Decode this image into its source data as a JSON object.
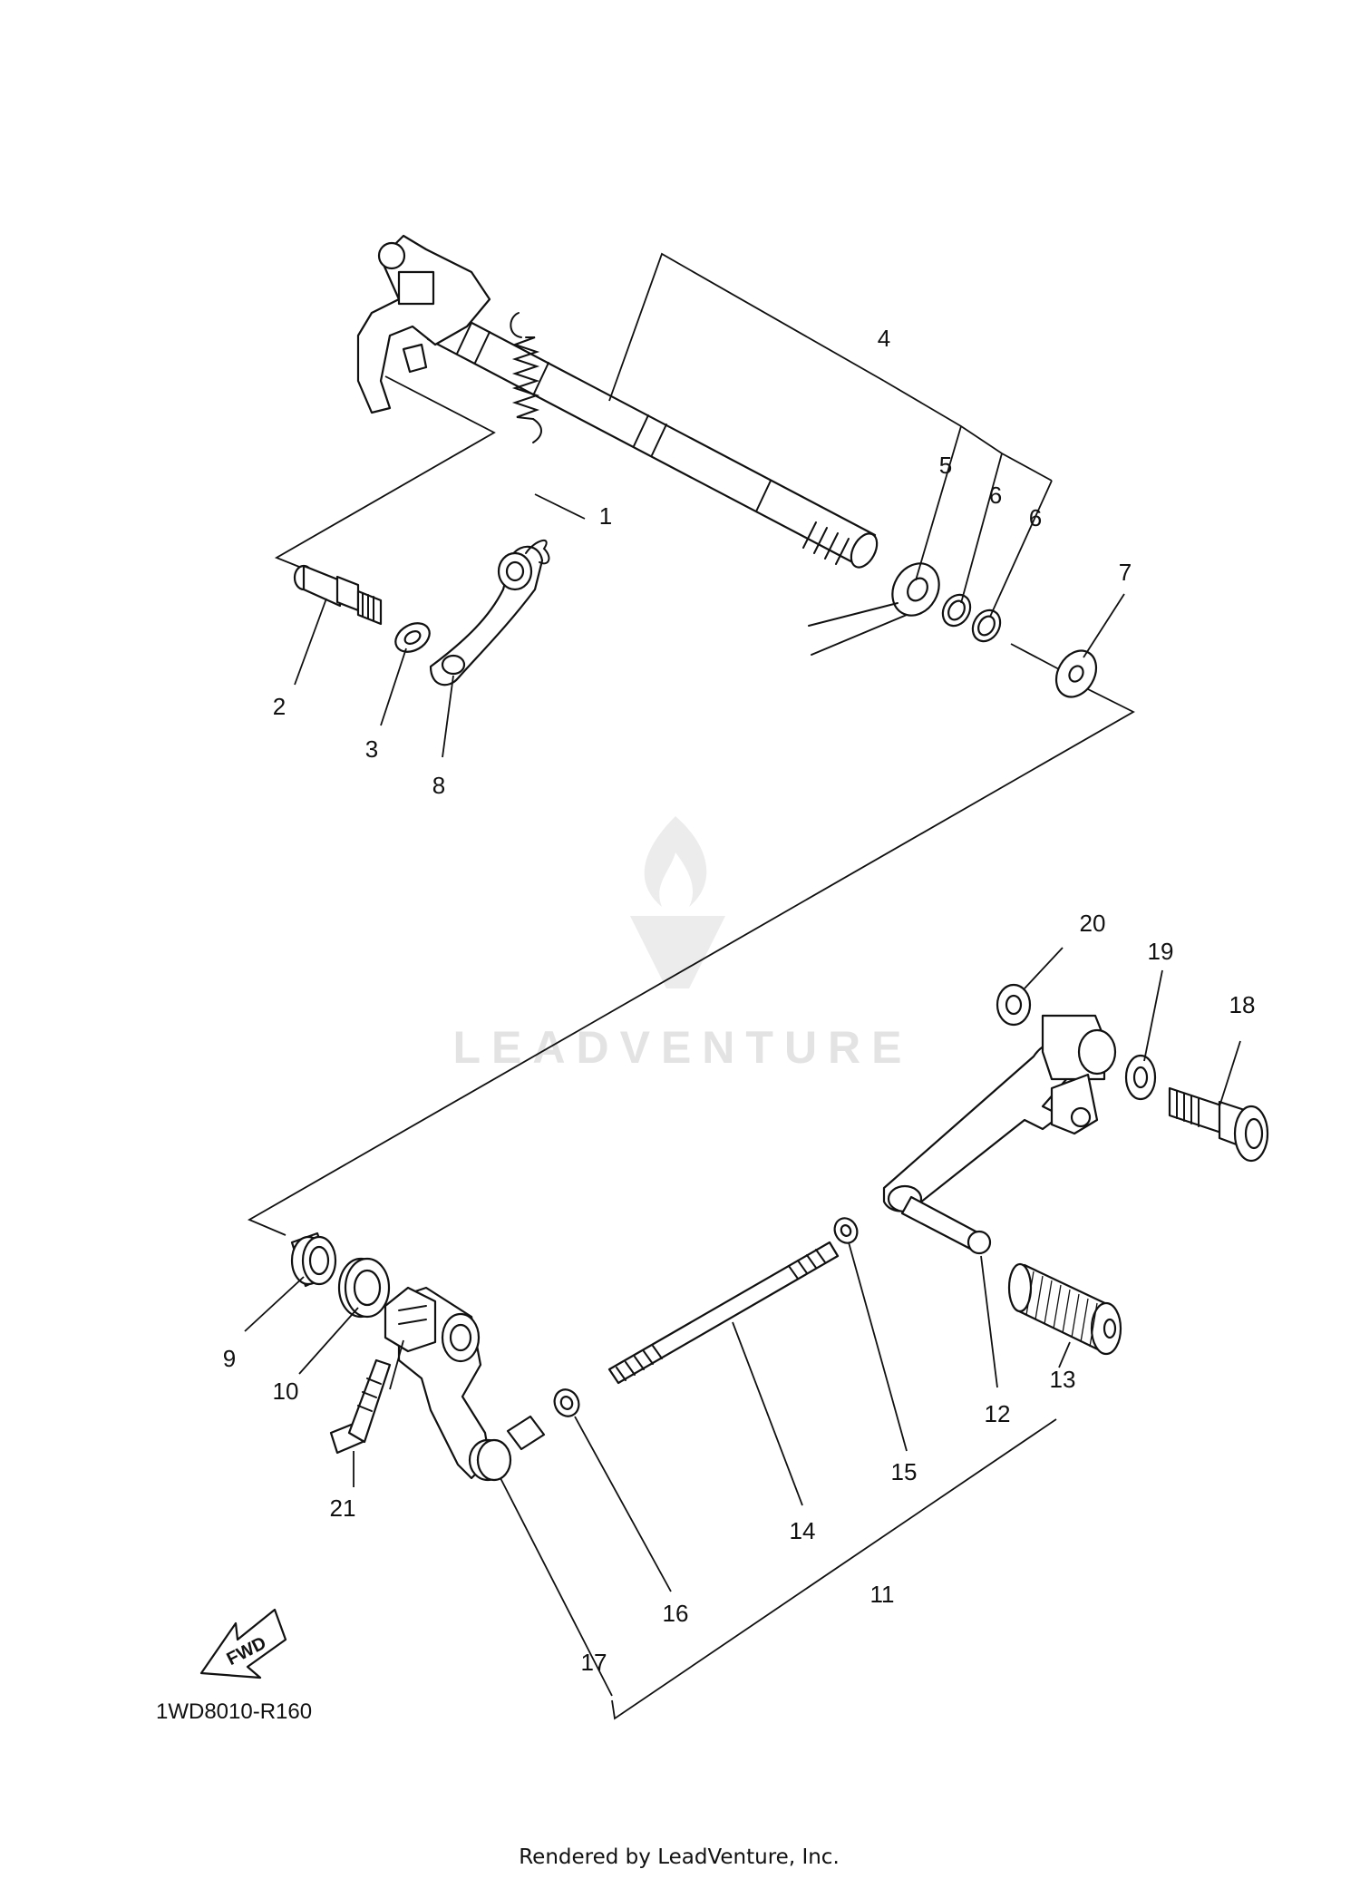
{
  "diagram_code": "1WD8010-R160",
  "footer": "Rendered by LeadVenture, Inc.",
  "watermark": {
    "text": "LEADVENTURE",
    "color": "#e3e3e3"
  },
  "fwd_label": "FWD",
  "callouts": {
    "c1": "1",
    "c2": "2",
    "c3": "3",
    "c4": "4",
    "c5": "5",
    "c6a": "6",
    "c6b": "6",
    "c7": "7",
    "c8": "8",
    "c9": "9",
    "c10": "10",
    "c11": "11",
    "c12": "12",
    "c13": "13",
    "c14": "14",
    "c15": "15",
    "c16": "16",
    "c17": "17",
    "c18": "18",
    "c19": "19",
    "c20": "20",
    "c21": "21"
  }
}
